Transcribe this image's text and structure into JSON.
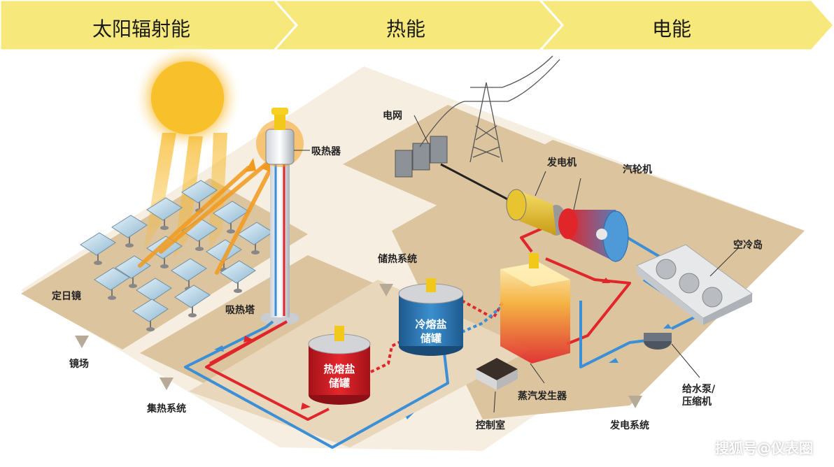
{
  "banner": {
    "stage1": "太阳辐射能",
    "stage2": "热能",
    "stage3": "电能"
  },
  "labels": {
    "receiver": "吸热器",
    "grid": "电网",
    "generator": "发电机",
    "turbine": "汽轮机",
    "air_cooling": "空冷岛",
    "heat_storage_system": "储热系统",
    "heliostat": "定日镜",
    "tower": "吸热塔",
    "mirror_field": "镜场",
    "collector_system": "集热系统",
    "hot_tank": "热熔盐\n储罐",
    "cold_tank": "冷熔盐\n储罐",
    "steam_generator": "蒸汽发生器",
    "control_room": "控制室",
    "power_system": "发电系统",
    "pump": "给水泵/\n压缩机"
  },
  "watermark": "搜狐号@仪表圈",
  "colors": {
    "banner": "#f6e87a",
    "ground": "#e7d2b2",
    "hot_line": "#e0262a",
    "cold_line": "#3b8fd6",
    "sun": "#f7b51e"
  }
}
